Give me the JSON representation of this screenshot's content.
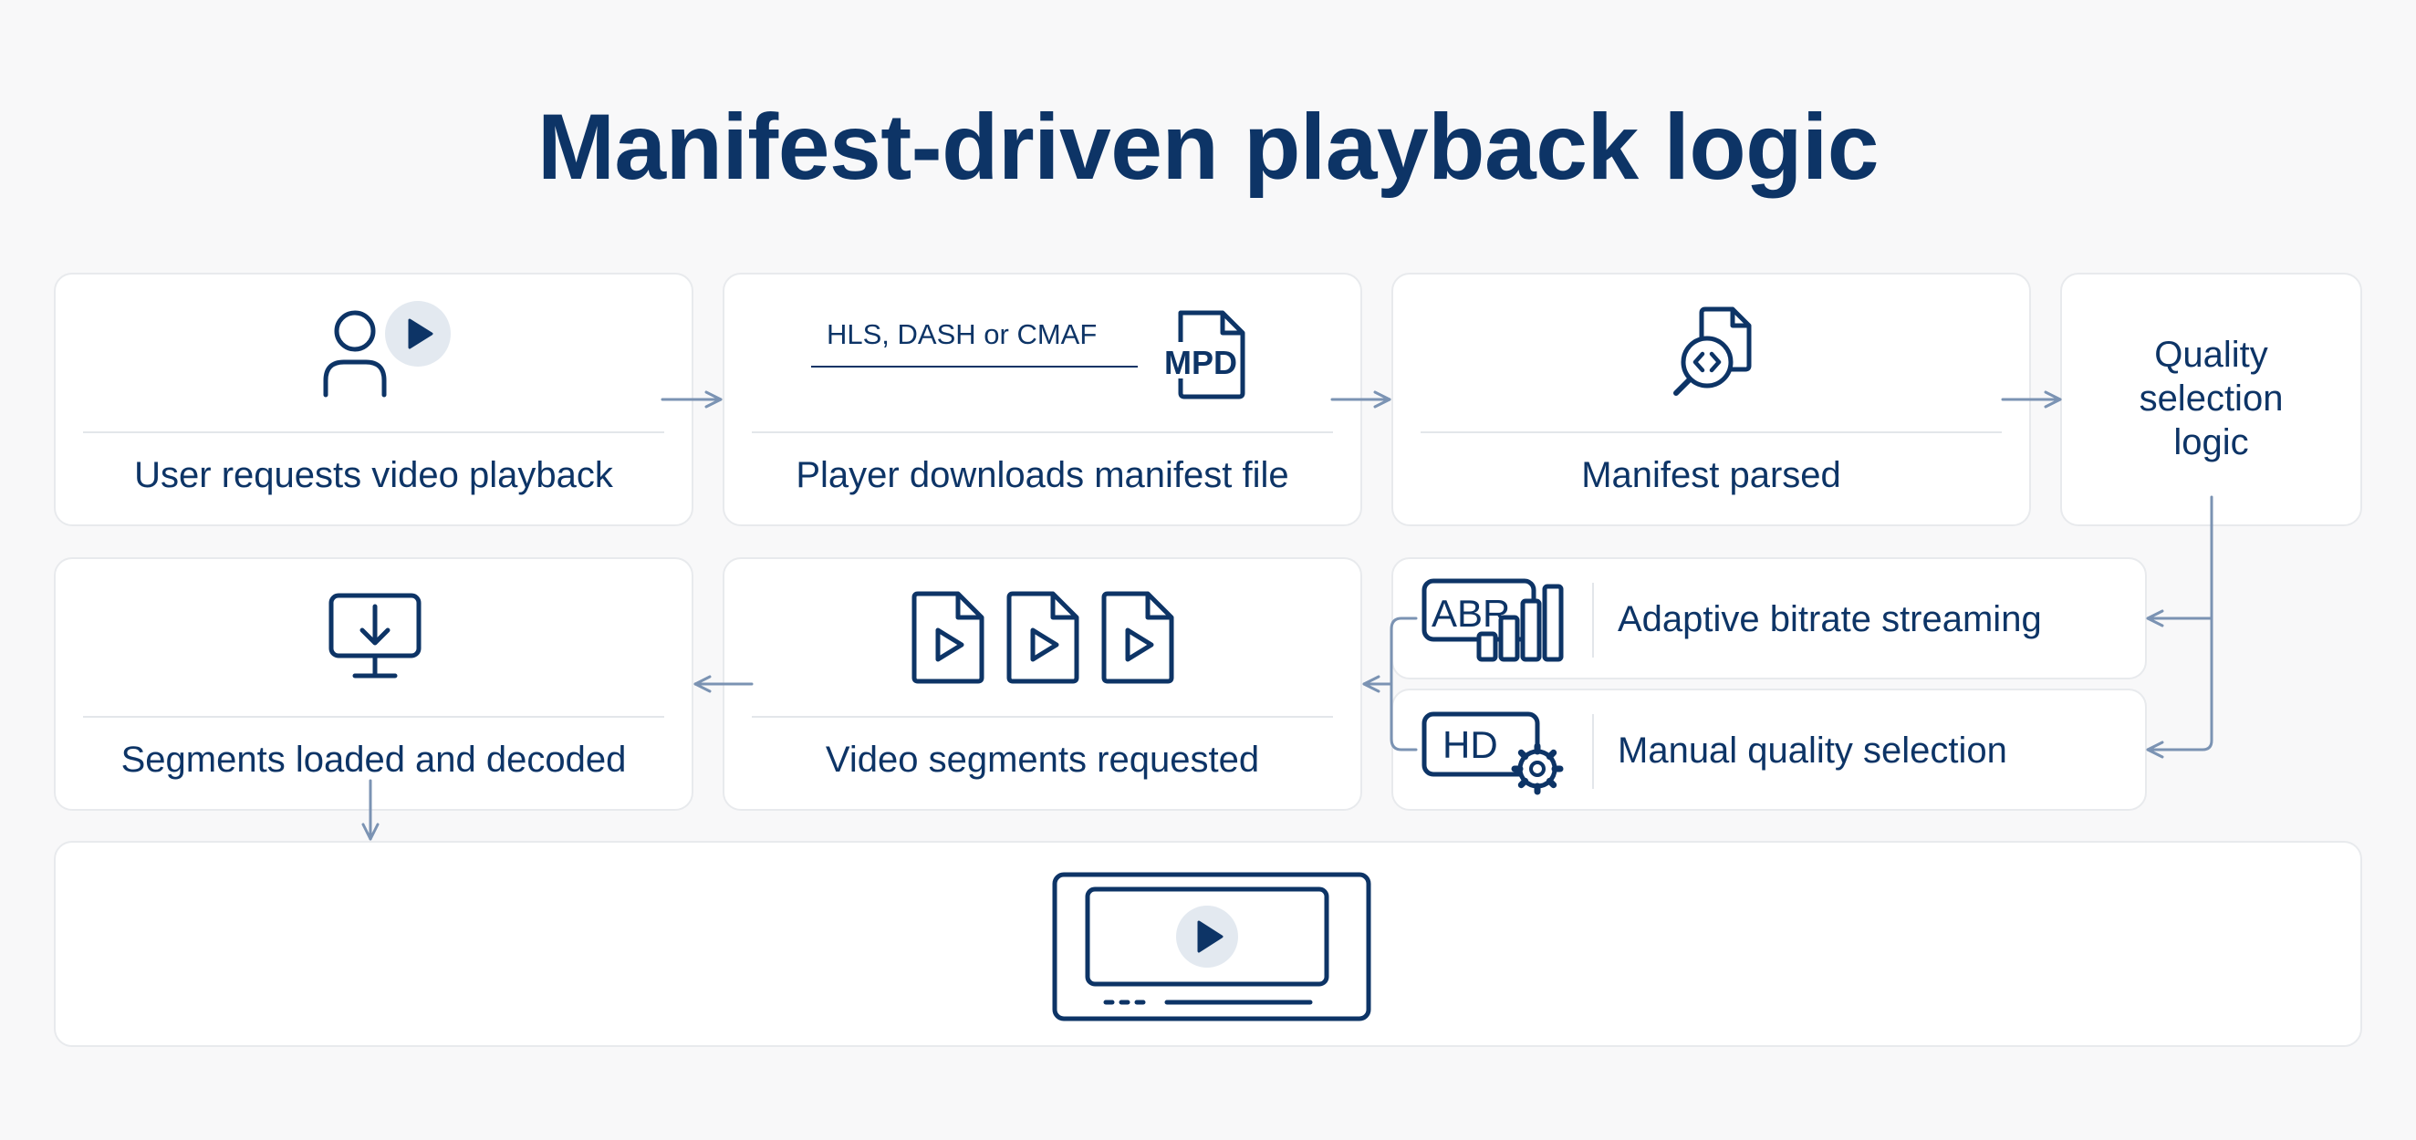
{
  "title": "Manifest-driven playback logic",
  "steps": {
    "user_request": {
      "label": "User requests video playback"
    },
    "download_manifest": {
      "label": "Player downloads manifest file",
      "formats": "HLS, DASH or CMAF",
      "file_badge": "MPD"
    },
    "manifest_parsed": {
      "label": "Manifest parsed"
    },
    "quality_selection": {
      "label": "Quality selection logic"
    },
    "abr": {
      "label": "Adaptive bitrate streaming",
      "badge": "ABR"
    },
    "manual": {
      "label": "Manual quality selection",
      "badge": "HD"
    },
    "segments_requested": {
      "label": "Video segments requested"
    },
    "segments_loaded": {
      "label": "Segments loaded and decoded"
    }
  },
  "icons": {
    "user_request": [
      "user-icon",
      "play-icon"
    ],
    "download_manifest": "mpd-file-icon",
    "manifest_parsed": "search-code-file-icon",
    "abr": "abr-bars-icon",
    "manual": "hd-gear-icon",
    "segments_requested": "video-file-icon",
    "segments_loaded": "monitor-download-icon",
    "playback": "video-player-icon"
  },
  "colors": {
    "primary": "#0d3466",
    "connector": "#7b93b3",
    "card_border": "#e8eaed",
    "accent_bg": "#e3e9f0"
  }
}
